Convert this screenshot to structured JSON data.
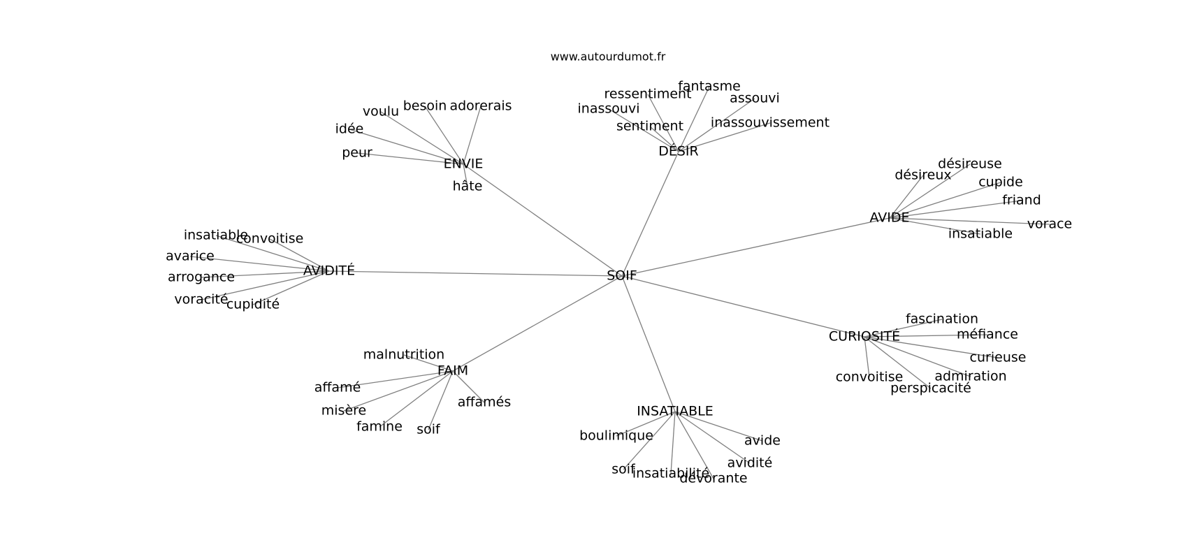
{
  "site": "www.autourdumot.fr",
  "center": "SOIF",
  "clusters": [
    {
      "id": "envie",
      "label": "ENVIE",
      "words": [
        "voulu",
        "besoin",
        "adorerais",
        "idée",
        "peur",
        "hâte"
      ]
    },
    {
      "id": "desir",
      "label": "DÉSIR",
      "words": [
        "ressentiment",
        "fantasme",
        "assouvi",
        "inassouvi",
        "sentiment",
        "inassouvissement"
      ]
    },
    {
      "id": "avide",
      "label": "AVIDE",
      "words": [
        "désireux",
        "désireuse",
        "cupide",
        "friand",
        "vorace",
        "insatiable"
      ]
    },
    {
      "id": "avidite",
      "label": "AVIDITÉ",
      "words": [
        "insatiable",
        "convoitise",
        "avarice",
        "arrogance",
        "voracité",
        "cupidité"
      ]
    },
    {
      "id": "curiosite",
      "label": "CURIOSITÉ",
      "words": [
        "fascination",
        "méfiance",
        "curieuse",
        "admiration",
        "perspicacité",
        "convoitise"
      ]
    },
    {
      "id": "faim",
      "label": "FAIM",
      "words": [
        "malnutrition",
        "affamé",
        "misère",
        "famine",
        "soif",
        "affamés"
      ]
    },
    {
      "id": "insatiable",
      "label": "INSATIABLE",
      "words": [
        "boulimique",
        "soif",
        "insatiabilité",
        "dévorante",
        "avidité",
        "avide"
      ]
    }
  ]
}
